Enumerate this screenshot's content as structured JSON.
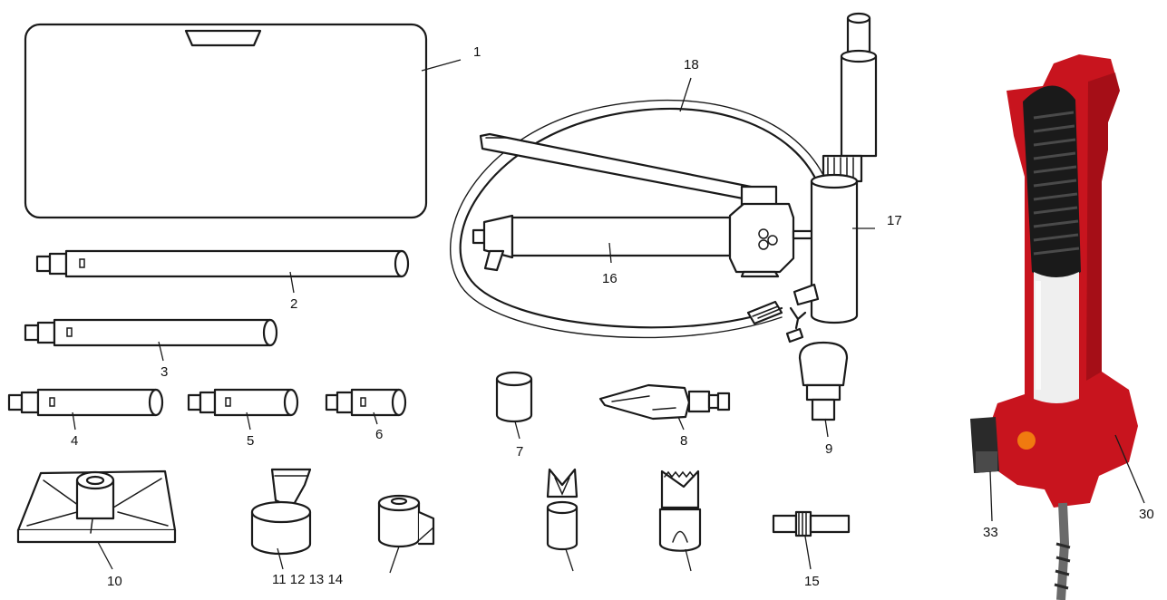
{
  "labels": {
    "l1": "1",
    "l2": "2",
    "l3": "3",
    "l4": "4",
    "l5": "5",
    "l6": "6",
    "l7": "7",
    "l8": "8",
    "l9": "9",
    "l10": "10",
    "l11_14": "11 12 13 14",
    "l15": "15",
    "l16": "16",
    "l17": "17",
    "l18": "18",
    "l30": "30",
    "l33": "33"
  },
  "colors": {
    "line_art": "#1a1a1a",
    "photo_red": "#c8141e",
    "photo_dark": "#2a2a2a",
    "background": "#ffffff"
  }
}
